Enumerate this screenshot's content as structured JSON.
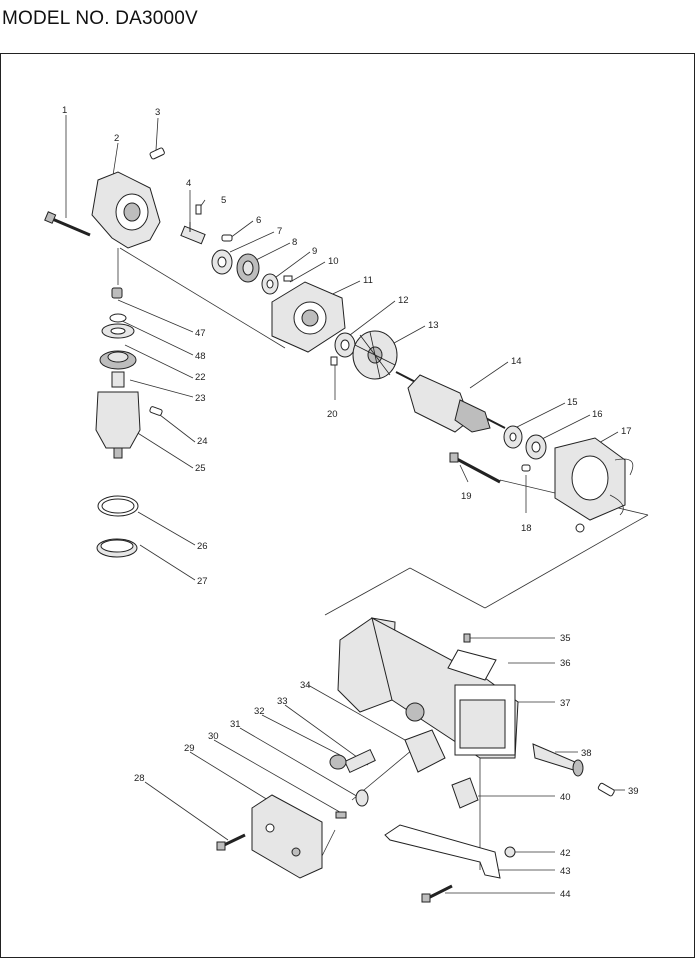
{
  "title": "MODEL NO. DA3000V",
  "callouts": [
    "1",
    "2",
    "3",
    "4",
    "5",
    "6",
    "7",
    "8",
    "9",
    "10",
    "11",
    "12",
    "13",
    "14",
    "15",
    "16",
    "17",
    "18",
    "19",
    "20",
    "22",
    "23",
    "24",
    "25",
    "26",
    "27",
    "28",
    "29",
    "30",
    "31",
    "32",
    "33",
    "34",
    "35",
    "36",
    "37",
    "38",
    "39",
    "40",
    "42",
    "43",
    "44",
    "47",
    "48"
  ]
}
